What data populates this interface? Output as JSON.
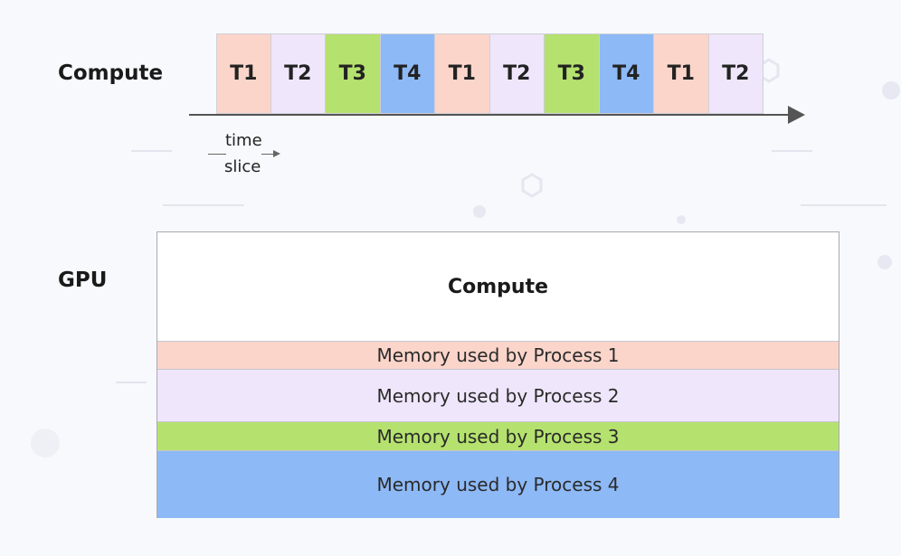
{
  "compute_row": {
    "label": "Compute",
    "slices": [
      {
        "label": "T1",
        "color": "#fbd5ca"
      },
      {
        "label": "T2",
        "color": "#efe6fb"
      },
      {
        "label": "T3",
        "color": "#b5e26f"
      },
      {
        "label": "T4",
        "color": "#8db9f6"
      },
      {
        "label": "T1",
        "color": "#fbd5ca"
      },
      {
        "label": "T2",
        "color": "#efe6fb"
      },
      {
        "label": "T3",
        "color": "#b5e26f"
      },
      {
        "label": "T4",
        "color": "#8db9f6"
      },
      {
        "label": "T1",
        "color": "#fbd5ca"
      },
      {
        "label": "T2",
        "color": "#efe6fb"
      }
    ],
    "time_slice_line1": "time",
    "time_slice_line2": "slice"
  },
  "gpu": {
    "label": "GPU",
    "compute_label": "Compute",
    "memory": [
      {
        "label": "Memory used by Process 1",
        "color": "#fbd5ca"
      },
      {
        "label": "Memory used by Process 2",
        "color": "#efe6fb"
      },
      {
        "label": "Memory used by Process 3",
        "color": "#b5e26f"
      },
      {
        "label": "Memory used by Process 4",
        "color": "#8db9f6"
      }
    ]
  }
}
